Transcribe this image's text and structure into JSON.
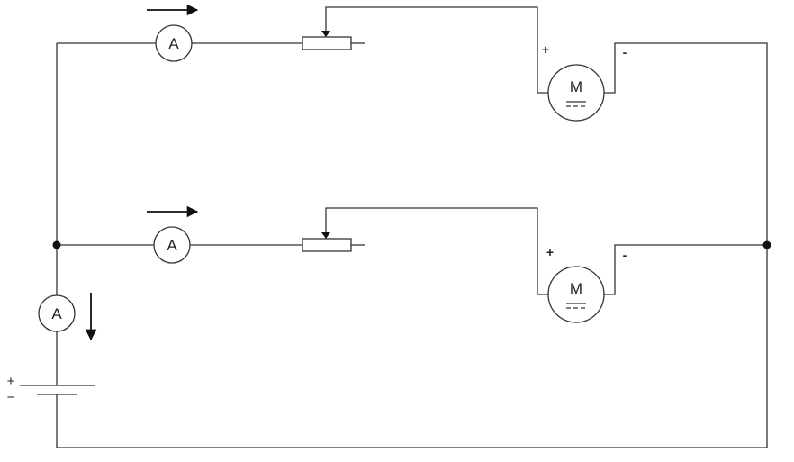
{
  "diagram": {
    "type": "circuit",
    "colors": {
      "wire": "#333333",
      "background": "#ffffff"
    },
    "components": {
      "ammeter_branch_top": {
        "symbol": "ammeter",
        "label": "A"
      },
      "ammeter_branch_bottom": {
        "symbol": "ammeter",
        "label": "A"
      },
      "ammeter_main": {
        "symbol": "ammeter",
        "label": "A"
      },
      "rheostat_top": {
        "symbol": "potentiometer"
      },
      "rheostat_bottom": {
        "symbol": "potentiometer"
      },
      "motor_top": {
        "symbol": "dc-motor",
        "label": "M",
        "plus": "+",
        "minus": "-"
      },
      "motor_bottom": {
        "symbol": "dc-motor",
        "label": "M",
        "plus": "+",
        "minus": "-"
      },
      "battery": {
        "symbol": "dc-source",
        "plus": "+",
        "minus": "−"
      }
    },
    "current_arrows": [
      "right",
      "right",
      "down"
    ]
  }
}
